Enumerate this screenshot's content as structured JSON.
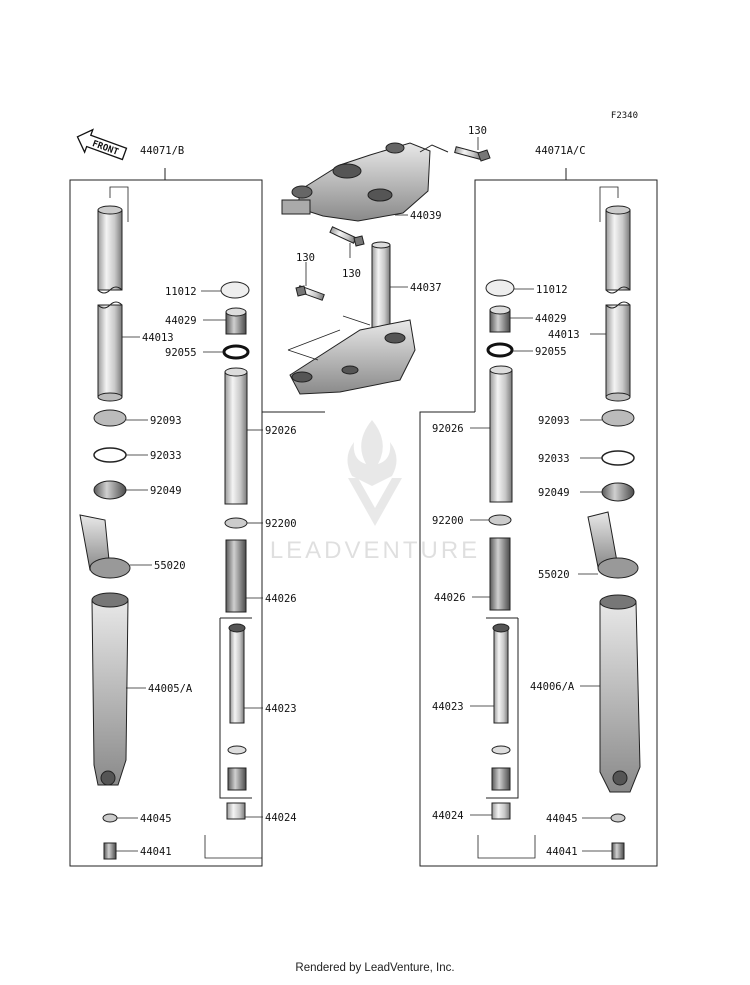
{
  "diagram": {
    "figure_code": "F2340",
    "front_label": "FRONT",
    "watermark": "LEADVENTURE",
    "footer": "Rendered by LeadVenture, Inc.",
    "left_assembly": "44071/B",
    "right_assembly": "44071A/C",
    "callouts": {
      "c130_top": "130",
      "c130_mid": "130",
      "c130_left": "130",
      "c44039": "44039",
      "c44037": "44037",
      "L_11012": "11012",
      "L_44029": "44029",
      "L_44013": "44013",
      "L_92055": "92055",
      "L_92093": "92093",
      "L_92033": "92033",
      "L_92049": "92049",
      "L_55020": "55020",
      "L_44005A": "44005/A",
      "L_44045": "44045",
      "L_44041": "44041",
      "L_92026": "92026",
      "L_92200": "92200",
      "L_44026": "44026",
      "L_44023": "44023",
      "L_44024": "44024",
      "R_11012": "11012",
      "R_44029": "44029",
      "R_44013": "44013",
      "R_92055": "92055",
      "R_92093": "92093",
      "R_92033": "92033",
      "R_92049": "92049",
      "R_55020": "55020",
      "R_44006A": "44006/A",
      "R_44045": "44045",
      "R_44041": "44041",
      "R_92026": "92026",
      "R_92200": "92200",
      "R_44026": "44026",
      "R_44023": "44023",
      "R_44024": "44024"
    }
  }
}
